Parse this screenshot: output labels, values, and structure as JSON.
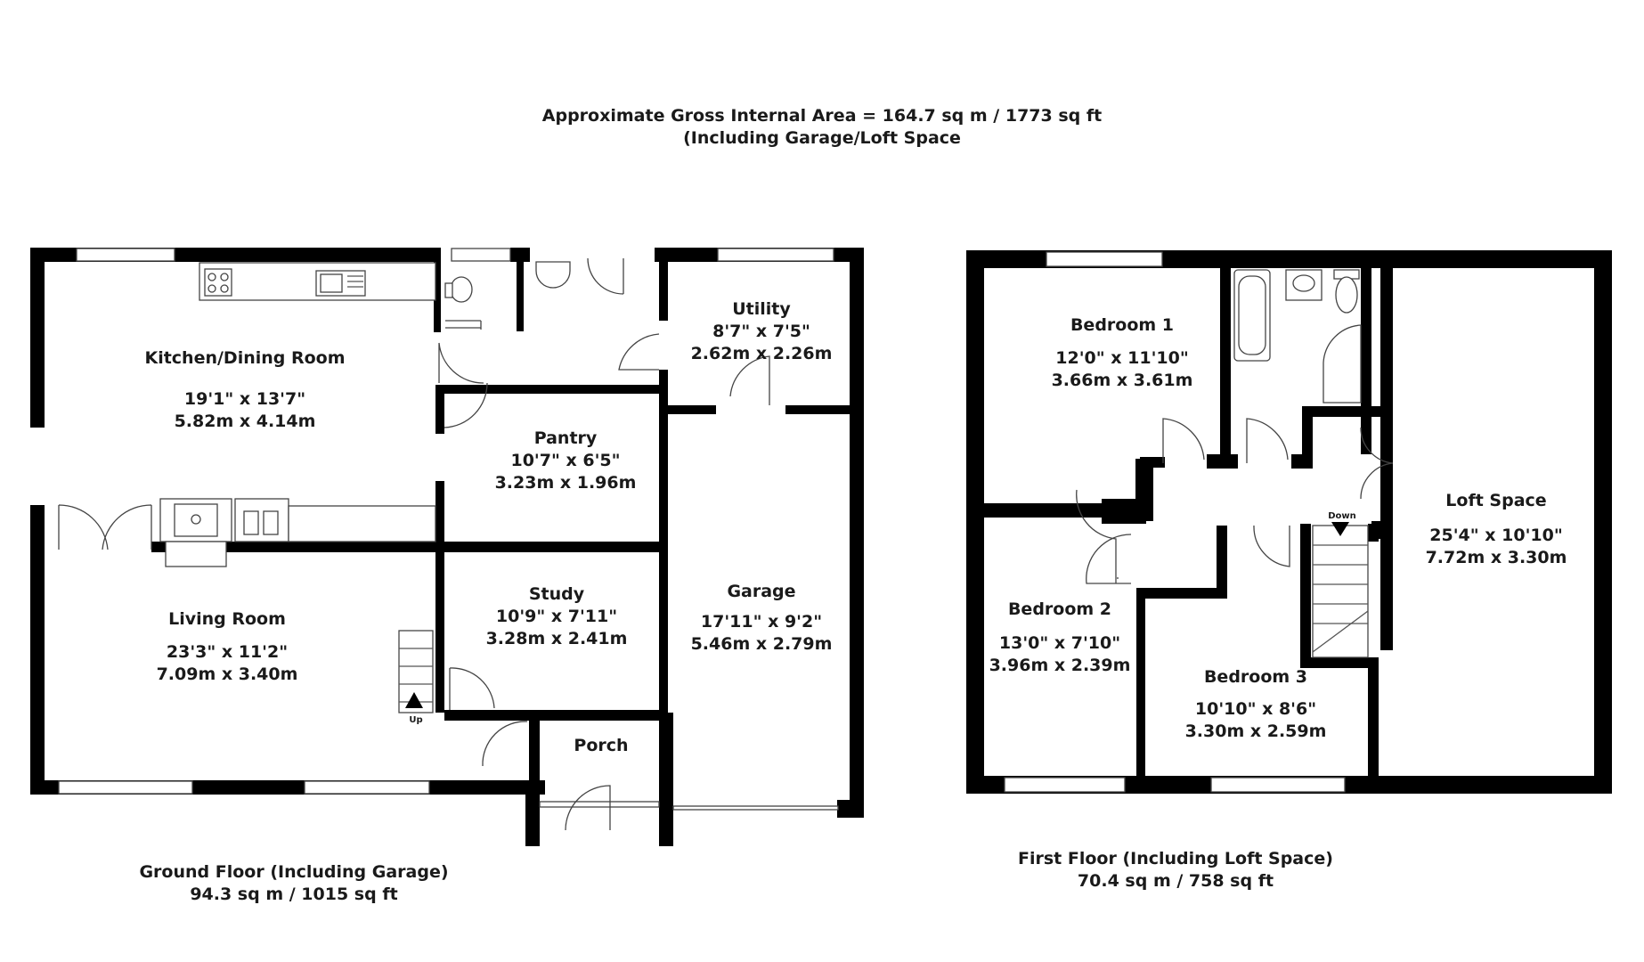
{
  "header": {
    "line1": "Approximate Gross Internal Area = 164.7 sq m / 1773 sq ft",
    "line2": "(Including Garage/Loft Space"
  },
  "ground_floor": {
    "title": "Ground Floor (Including Garage)",
    "area": "94.3 sq m / 1015 sq ft",
    "stair_label": "Up",
    "rooms": {
      "kitchen": {
        "name": "Kitchen/Dining Room",
        "imperial": "19'1\" x 13'7\"",
        "metric": "5.82m x 4.14m"
      },
      "utility": {
        "name": "Utility",
        "imperial": "8'7\" x 7'5\"",
        "metric": "2.62m x 2.26m"
      },
      "pantry": {
        "name": "Pantry",
        "imperial": "10'7\" x 6'5\"",
        "metric": "3.23m x 1.96m"
      },
      "living": {
        "name": "Living Room",
        "imperial": "23'3\" x 11'2\"",
        "metric": "7.09m x 3.40m"
      },
      "study": {
        "name": "Study",
        "imperial": "10'9\" x 7'11\"",
        "metric": "3.28m x 2.41m"
      },
      "garage": {
        "name": "Garage",
        "imperial": "17'11\" x 9'2\"",
        "metric": "5.46m x 2.79m"
      },
      "porch": {
        "name": "Porch"
      }
    }
  },
  "first_floor": {
    "title": "First Floor (Including Loft Space)",
    "area": "70.4 sq m / 758 sq ft",
    "stair_label": "Down",
    "rooms": {
      "bedroom1": {
        "name": "Bedroom 1",
        "imperial": "12'0\" x 11'10\"",
        "metric": "3.66m x 3.61m"
      },
      "bedroom2": {
        "name": "Bedroom 2",
        "imperial": "13'0\" x 7'10\"",
        "metric": "3.96m x 2.39m"
      },
      "bedroom3": {
        "name": "Bedroom 3",
        "imperial": "10'10\" x 8'6\"",
        "metric": "3.30m x 2.59m"
      },
      "loft": {
        "name": "Loft Space",
        "imperial": "25'4\" x 10'10\"",
        "metric": "7.72m x 3.30m"
      }
    }
  }
}
